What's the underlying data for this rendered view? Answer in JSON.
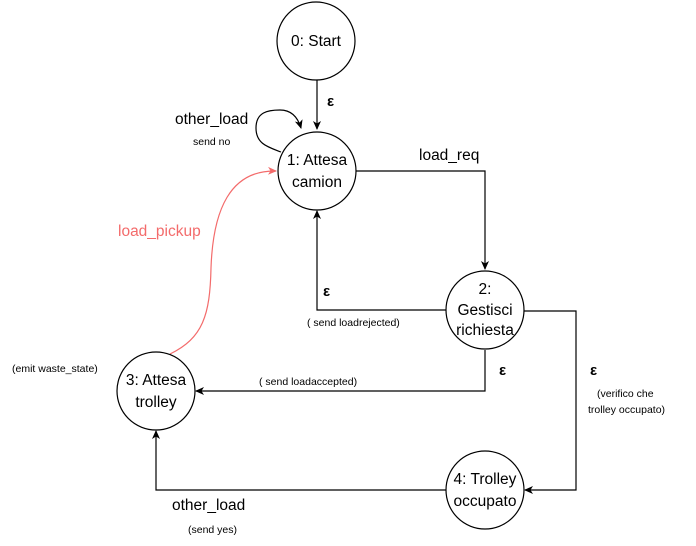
{
  "states": {
    "s0": {
      "line1": "0: Start"
    },
    "s1": {
      "line1": "1: Attesa",
      "line2": "camion"
    },
    "s2": {
      "line1": "2:",
      "line2": "Gestisci",
      "line3": "richiesta"
    },
    "s3": {
      "line1": "3: Attesa",
      "line2": "trolley"
    },
    "s4": {
      "line1": "4: Trolley",
      "line2": "occupato"
    }
  },
  "transitions": {
    "t0_1": {
      "label": "ε"
    },
    "t1_self": {
      "label": "other_load",
      "action": "send no"
    },
    "t1_2": {
      "label": "load_req"
    },
    "t2_1": {
      "label": "ε",
      "action": "( send loadrejected)"
    },
    "t2_3": {
      "label": "ε",
      "action": "( send loadaccepted)"
    },
    "t2_4": {
      "label": "ε",
      "action_line1": "(verifico che",
      "action_line2": "trolley occupato)"
    },
    "t4_3": {
      "label": "other_load",
      "action": "(send yes)"
    },
    "t3_1": {
      "label": "load_pickup",
      "color": "#f36b6b"
    }
  },
  "annotations": {
    "s3_note": "(emit waste_state)"
  }
}
